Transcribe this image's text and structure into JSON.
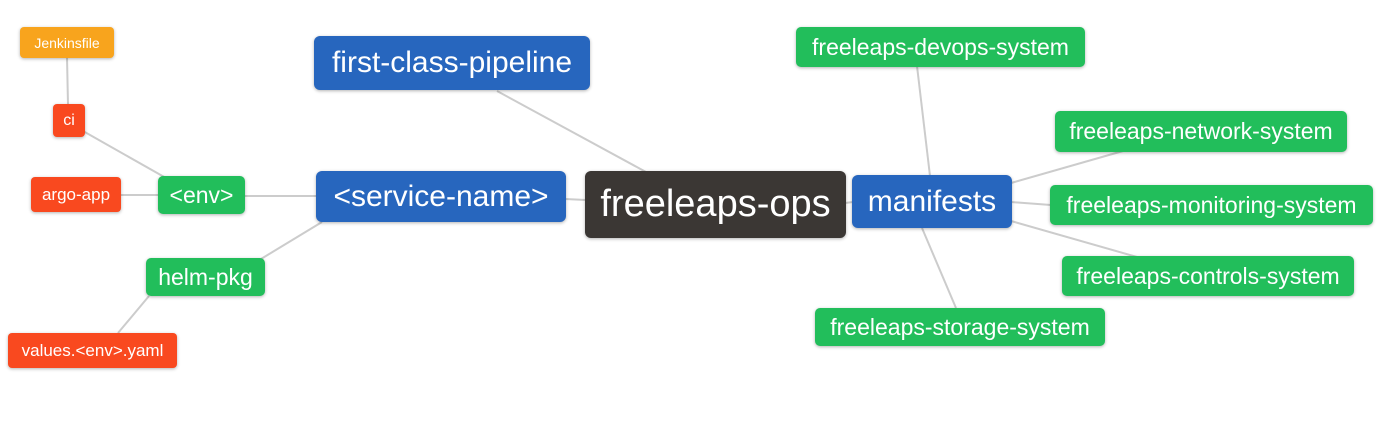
{
  "palette": {
    "blue": "#2766BE",
    "green": "#22BE5B",
    "red": "#F9491F",
    "orange": "#F8A41D",
    "dark": "#3B3734",
    "edge": "#CCCCCC",
    "background": "#FFFFFF",
    "text": "#FFFFFF"
  },
  "nodes": {
    "freeleaps_ops": {
      "label": "freeleaps-ops",
      "color": "dark"
    },
    "first_class_pipeline": {
      "label": "first-class-pipeline",
      "color": "blue"
    },
    "service_name": {
      "label": "<service-name>",
      "color": "blue"
    },
    "manifests": {
      "label": "manifests",
      "color": "blue"
    },
    "env": {
      "label": "<env>",
      "color": "green"
    },
    "helm_pkg": {
      "label": "helm-pkg",
      "color": "green"
    },
    "ci": {
      "label": "ci",
      "color": "red"
    },
    "argo_app": {
      "label": "argo-app",
      "color": "red"
    },
    "jenkinsfile": {
      "label": "Jenkinsfile",
      "color": "orange"
    },
    "values_env_yaml": {
      "label": "values.<env>.yaml",
      "color": "red"
    },
    "devops_system": {
      "label": "freeleaps-devops-system",
      "color": "green"
    },
    "network_system": {
      "label": "freeleaps-network-system",
      "color": "green"
    },
    "monitoring_system": {
      "label": "freeleaps-monitoring-system",
      "color": "green"
    },
    "controls_system": {
      "label": "freeleaps-controls-system",
      "color": "green"
    },
    "storage_system": {
      "label": "freeleaps-storage-system",
      "color": "green"
    }
  },
  "edges": [
    {
      "from": "jenkinsfile",
      "to": "ci"
    },
    {
      "from": "ci",
      "to": "env"
    },
    {
      "from": "argo_app",
      "to": "env"
    },
    {
      "from": "env",
      "to": "service_name"
    },
    {
      "from": "helm_pkg",
      "to": "service_name"
    },
    {
      "from": "values_env_yaml",
      "to": "helm_pkg"
    },
    {
      "from": "service_name",
      "to": "freeleaps_ops"
    },
    {
      "from": "first_class_pipeline",
      "to": "freeleaps_ops"
    },
    {
      "from": "freeleaps_ops",
      "to": "manifests"
    },
    {
      "from": "manifests",
      "to": "devops_system"
    },
    {
      "from": "manifests",
      "to": "network_system"
    },
    {
      "from": "manifests",
      "to": "monitoring_system"
    },
    {
      "from": "manifests",
      "to": "controls_system"
    },
    {
      "from": "manifests",
      "to": "storage_system"
    }
  ]
}
